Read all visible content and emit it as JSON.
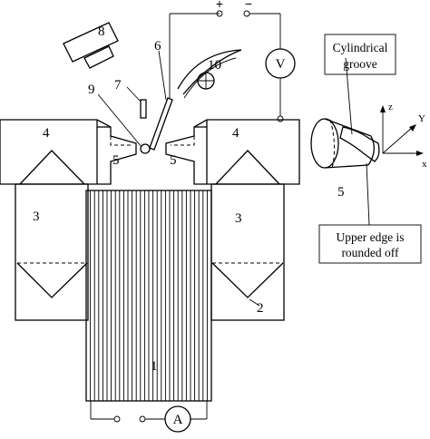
{
  "labels": {
    "core": "1",
    "secondary_coil": "2",
    "coil_left": "3",
    "coil_right": "3",
    "electrode_holder_left": "4",
    "electrode_holder_right": "4",
    "electrode_tip_left": "5",
    "electrode_tip_right": "5",
    "detail_part": "5",
    "item_6": "6",
    "item_7": "7",
    "item_8": "8",
    "item_9": "9",
    "item_10": "10"
  },
  "meters": {
    "voltmeter": "V",
    "ammeter": "A"
  },
  "terminals": {
    "plus": "+",
    "minus": "−"
  },
  "axes": {
    "x": "x",
    "y": "Y",
    "z": "z"
  },
  "annotations": {
    "groove_line1": "Cylindrical",
    "groove_line2": "groove",
    "edge_line1": "Upper edge is",
    "edge_line2": "rounded off"
  }
}
